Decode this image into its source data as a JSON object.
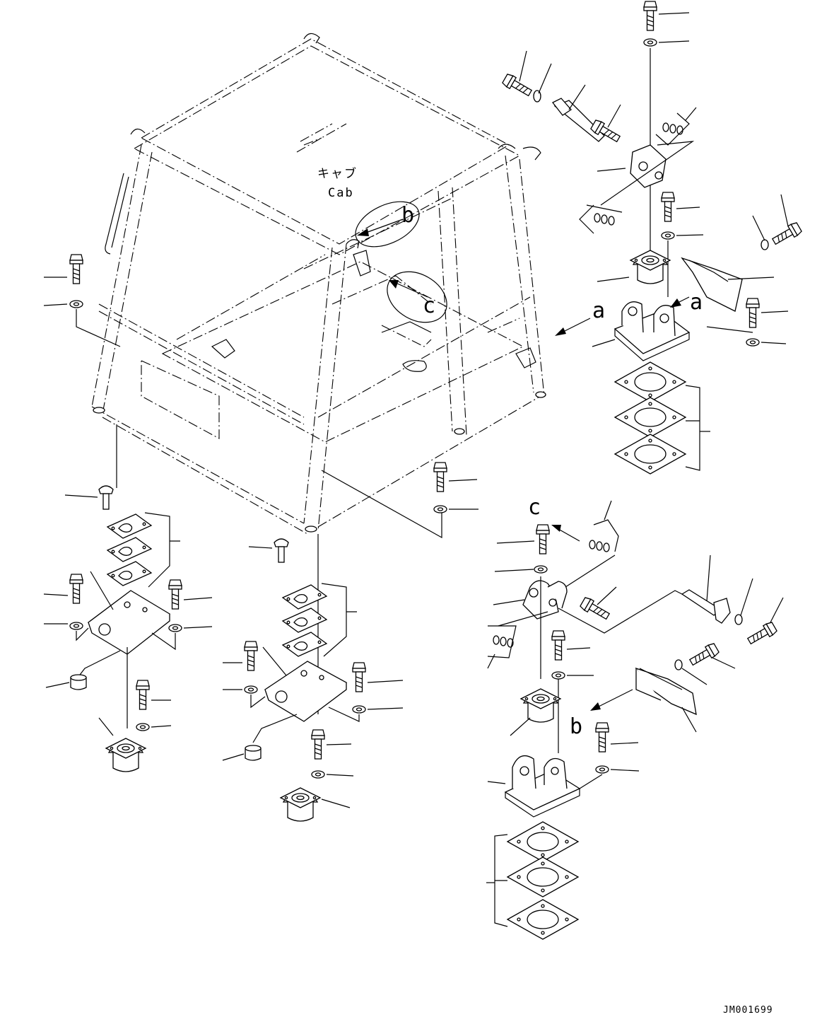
{
  "labels": {
    "cab_jp": "キャブ",
    "cab_en": "Cab",
    "view_a_1": "a",
    "view_a_2": "a",
    "view_b_1": "b",
    "view_b_2": "b",
    "view_c_1": "c",
    "view_c_2": "c",
    "drawing_code": "JM001699"
  }
}
